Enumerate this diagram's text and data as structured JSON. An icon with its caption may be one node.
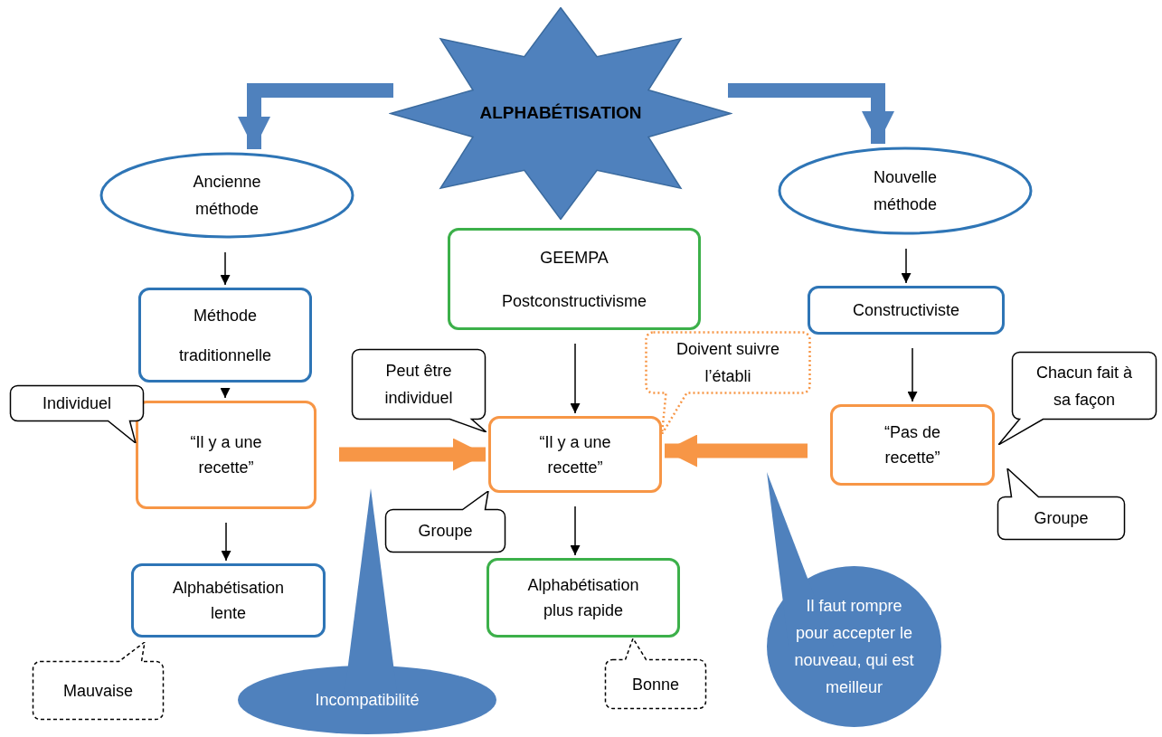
{
  "diagram": {
    "nodes": [
      {
        "text": [
          "ALPHABÉTISATION"
        ]
      },
      {
        "text": [
          "Ancienne méthode"
        ]
      },
      {
        "text": [
          "Nouvelle méthode"
        ]
      },
      {
        "text": [
          "Méthode traditionnelle"
        ]
      },
      {
        "text": [
          "GEEMPA",
          "Postconstructivisme"
        ]
      },
      {
        "text": [
          "Constructiviste"
        ]
      },
      {
        "text": [
          "“Il y a une recette”"
        ]
      },
      {
        "text": [
          "“Il y a une recette”"
        ]
      },
      {
        "text": [
          "“Pas de recette”"
        ]
      },
      {
        "text": [
          "Alphabétisation lente"
        ]
      },
      {
        "text": [
          "Alphabétisation plus rapide"
        ]
      },
      {
        "text": [
          "Individuel"
        ]
      },
      {
        "text": [
          "Peut être individuel"
        ]
      },
      {
        "text": [
          "Doivent suivre l’établi"
        ]
      },
      {
        "text": [
          "Chacun fait à sa façon"
        ]
      },
      {
        "text": [
          "Groupe"
        ]
      },
      {
        "text": [
          "Groupe"
        ]
      },
      {
        "text": [
          "Mauvaise"
        ]
      },
      {
        "text": [
          "Bonne"
        ]
      },
      {
        "text": [
          "Incompatibilité"
        ]
      },
      {
        "text": [
          "Il faut rompre pour accepter le nouveau, qui est meilleur"
        ]
      }
    ],
    "edges": [
      {
        "from": 0,
        "to": 1,
        "arrow": "to",
        "style": "thick",
        "color": "#4f81bd"
      },
      {
        "from": 0,
        "to": 2,
        "arrow": "to",
        "style": "thick",
        "color": "#4f81bd"
      },
      {
        "from": 1,
        "to": 3,
        "arrow": "to"
      },
      {
        "from": 3,
        "to": 6,
        "arrow": "to"
      },
      {
        "from": 6,
        "to": 9,
        "arrow": "to"
      },
      {
        "from": 4,
        "to": 7,
        "arrow": "to"
      },
      {
        "from": 7,
        "to": 10,
        "arrow": "to"
      },
      {
        "from": 2,
        "to": 5,
        "arrow": "to"
      },
      {
        "from": 5,
        "to": 8,
        "arrow": "to"
      },
      {
        "from": 6,
        "to": 7,
        "arrow": "to",
        "style": "thick",
        "color": "#f79646"
      },
      {
        "from": 8,
        "to": 7,
        "arrow": "to",
        "style": "thick",
        "color": "#f79646"
      }
    ]
  }
}
